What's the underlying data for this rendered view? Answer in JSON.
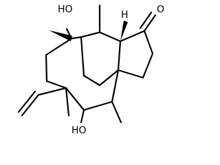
{
  "molecule": {
    "labels": {
      "ho_top": "HO",
      "ho_bottom": "HO",
      "ketone_o": "O",
      "stereo_h": "H"
    }
  },
  "colors": {
    "bond": "#000000",
    "background": "#ffffff"
  }
}
